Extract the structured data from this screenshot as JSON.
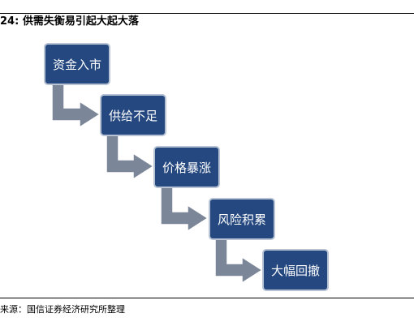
{
  "figure": {
    "title": "24: 供需失衡易引起大起大落",
    "source": "来源：国信证券经济研究所整理"
  },
  "steps": [
    {
      "label": "资金入市"
    },
    {
      "label": "供给不足"
    },
    {
      "label": "价格暴涨"
    },
    {
      "label": "风险积累"
    },
    {
      "label": "大幅回撤"
    }
  ],
  "colors": {
    "box_fill": "#24487f",
    "box_border": "#b8c3d4",
    "arrow_fill": "#7b8699",
    "box_text": "#ffffff"
  }
}
